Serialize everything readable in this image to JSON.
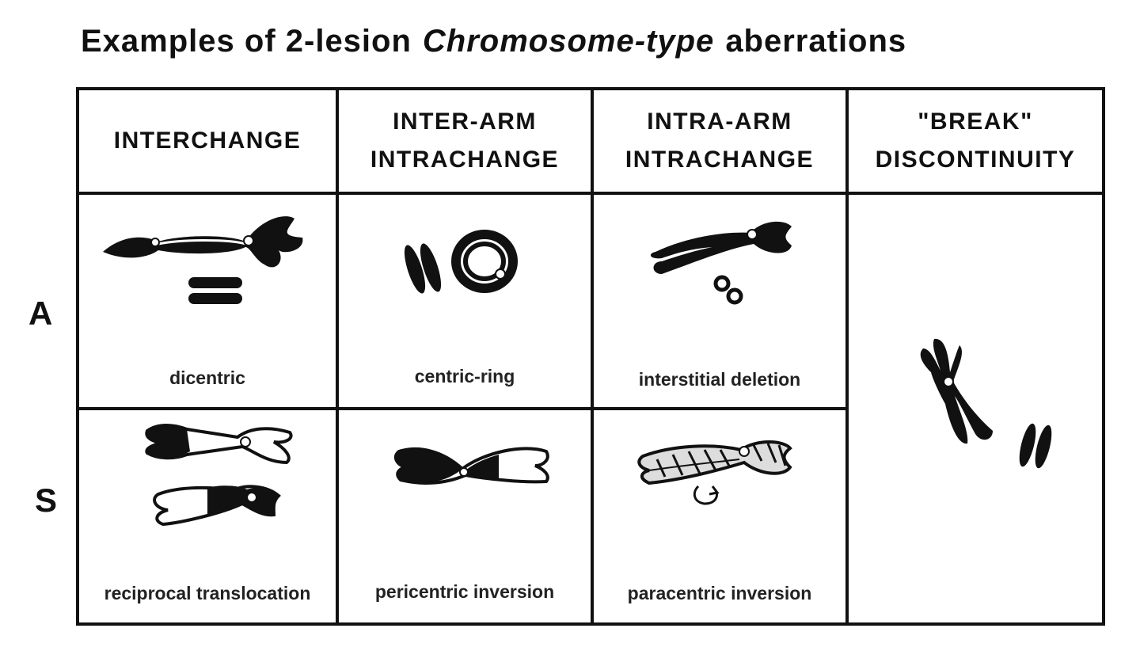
{
  "title": {
    "part1": "Examples of 2-lesion",
    "emph": "Chromosome-type",
    "part2": "aberrations"
  },
  "rows": {
    "a": "A",
    "s": "S"
  },
  "columns": [
    {
      "line1": "INTERCHANGE",
      "line2": ""
    },
    {
      "line1": "INTER-ARM",
      "line2": "INTRACHANGE"
    },
    {
      "line1": "INTRA-ARM",
      "line2": "INTRACHANGE"
    },
    {
      "line1": "\"BREAK\"",
      "line2": "DISCONTINUITY"
    }
  ],
  "cells": {
    "a1": "dicentric",
    "a2": "centric-ring",
    "a3": "interstitial deletion",
    "s1": "reciprocal translocation",
    "s2": "pericentric inversion",
    "s3": "paracentric inversion"
  }
}
